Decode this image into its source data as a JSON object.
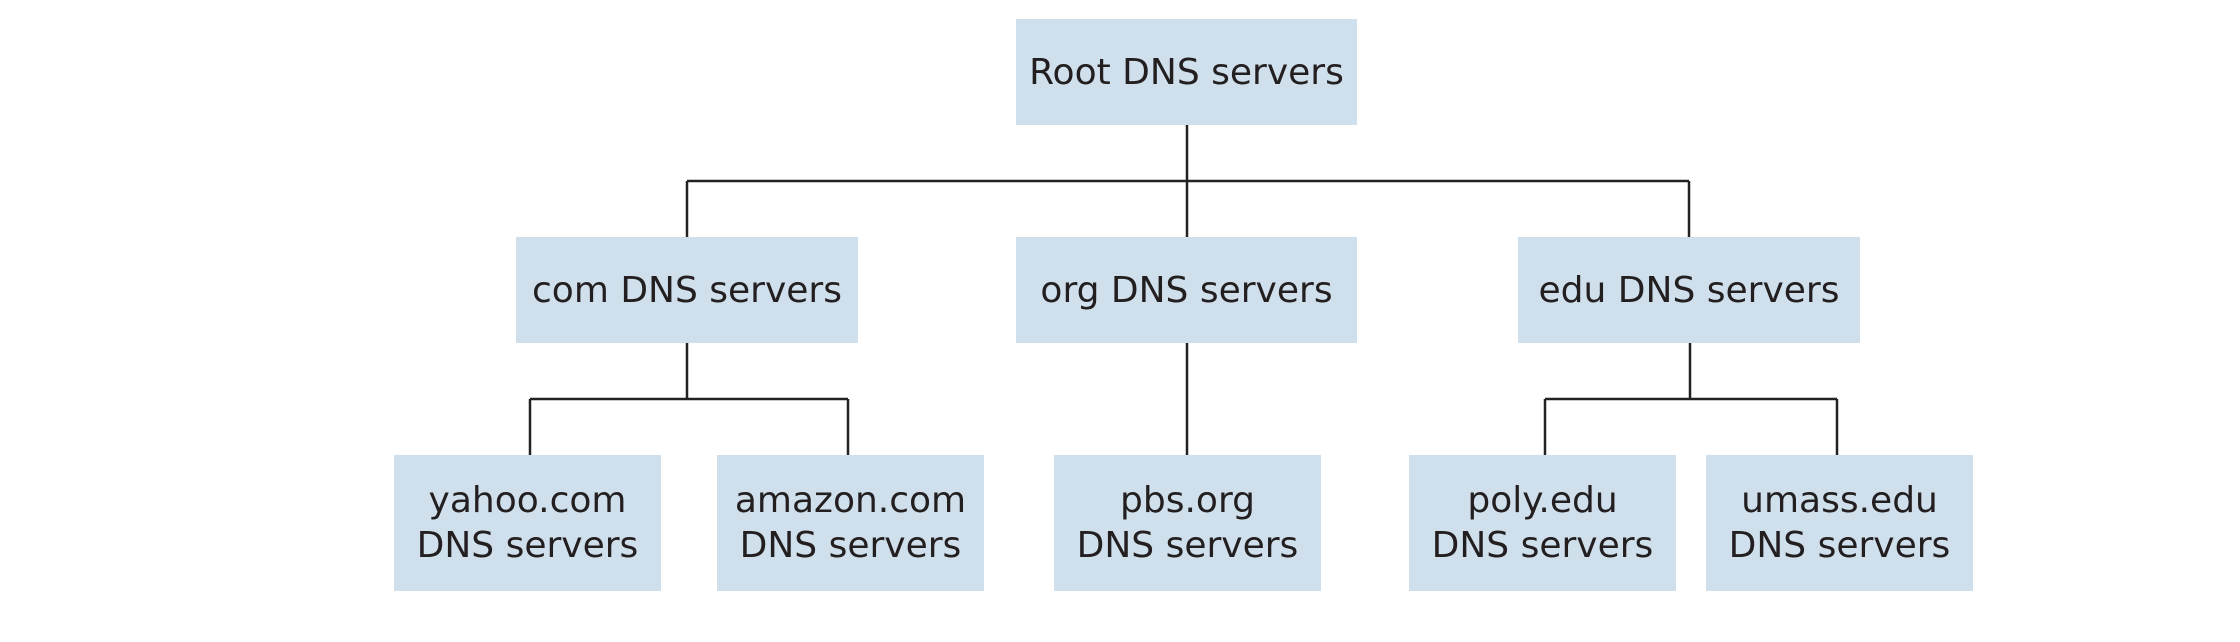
{
  "diagram": {
    "root": {
      "label": "Root DNS servers"
    },
    "tld": [
      {
        "label": "com DNS servers"
      },
      {
        "label": "org DNS servers"
      },
      {
        "label": "edu DNS servers"
      }
    ],
    "authoritative": [
      {
        "line1": "yahoo.com",
        "line2": "DNS servers"
      },
      {
        "line1": "amazon.com",
        "line2": "DNS servers"
      },
      {
        "line1": "pbs.org",
        "line2": "DNS servers"
      },
      {
        "line1": "poly.edu",
        "line2": "DNS servers"
      },
      {
        "line1": "umass.edu",
        "line2": "DNS servers"
      }
    ],
    "colors": {
      "node_fill": "#cfe0ec",
      "connector": "#222222",
      "text": "#231f20"
    }
  }
}
